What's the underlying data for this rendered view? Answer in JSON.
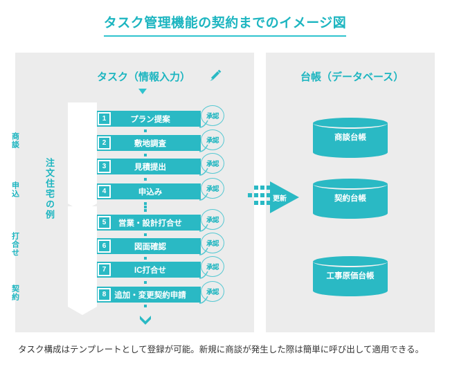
{
  "title": "タスク管理機能の契約までのイメージ図",
  "colors": {
    "accent": "#1cb5c0",
    "bar": "#2ab9c4",
    "panel_bg": "#ececec",
    "page_bg": "#ffffff",
    "ribbon": "#ffffff",
    "text": "#333333"
  },
  "left_panel": {
    "header": "タスク（情報入力）",
    "edit_icon": "pencil-icon",
    "caret_icon": "triangle-down-icon",
    "vertical_label": "注文住宅の例",
    "approval_label": "承認",
    "stages": [
      {
        "label": "商談",
        "tasks": [
          0,
          1,
          2
        ]
      },
      {
        "label": "申込",
        "tasks": [
          3
        ]
      },
      {
        "label": "打合せ",
        "tasks": [
          4,
          5,
          6
        ]
      },
      {
        "label": "契約",
        "tasks": [
          7
        ]
      }
    ],
    "tasks": [
      {
        "num": "1",
        "label": "プラン提案",
        "approval": "承認"
      },
      {
        "num": "2",
        "label": "敷地調査",
        "approval": "承認"
      },
      {
        "num": "3",
        "label": "見積提出",
        "approval": "承認"
      },
      {
        "num": "4",
        "label": "申込み",
        "approval": "承認"
      },
      {
        "num": "5",
        "label": "営業・設計打合せ",
        "approval": "承認"
      },
      {
        "num": "6",
        "label": "図面確認",
        "approval": "承認"
      },
      {
        "num": "7",
        "label": "IC打合せ",
        "approval": "承認"
      },
      {
        "num": "8",
        "label": "追加・変更契約申請",
        "approval": "承認"
      }
    ]
  },
  "center": {
    "arrow_label": "更新",
    "arrow_icon": "arrow-right-icon",
    "dot_grid_icon": "dot-grid-icon"
  },
  "right_panel": {
    "header": "台帳（データベース）",
    "databases": [
      {
        "label": "商談台帳"
      },
      {
        "label": "契約台帳"
      },
      {
        "label": "工事原価台帳"
      }
    ]
  },
  "footer": {
    "note": "タスク構成はテンプレートとして登録が可能。新規に商談が発生した際は簡単に呼び出して適用できる。"
  }
}
